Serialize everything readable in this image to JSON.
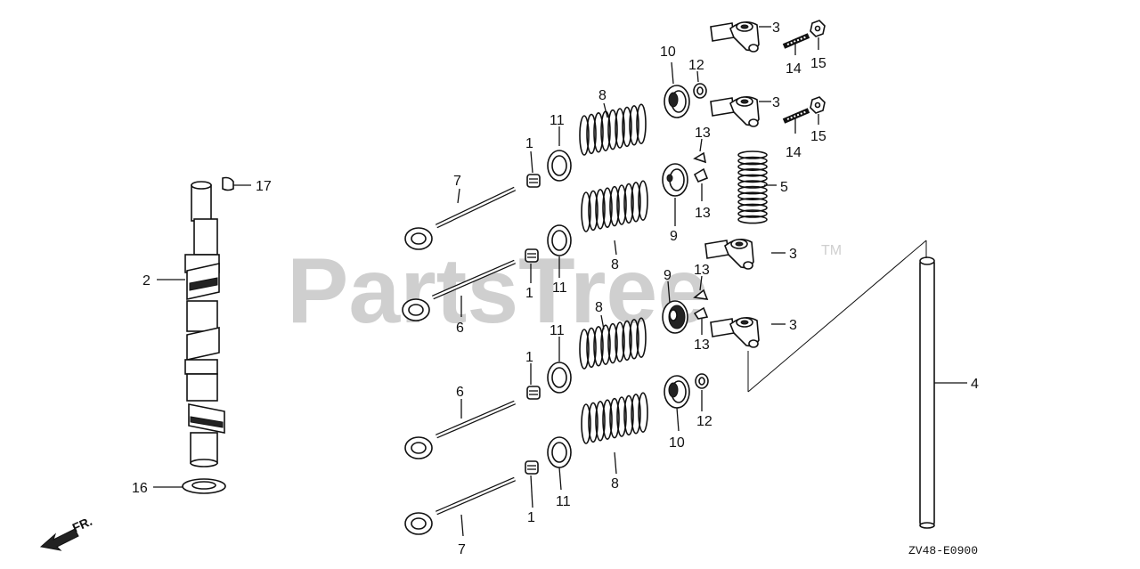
{
  "watermark": {
    "text": "PartsTree",
    "trademark": "TM"
  },
  "diagram_code": "ZV48-E0900",
  "direction_label": "FR.",
  "callouts": [
    {
      "id": "c3a",
      "num": "3"
    },
    {
      "id": "c14a",
      "num": "14"
    },
    {
      "id": "c15a",
      "num": "15"
    },
    {
      "id": "c10a",
      "num": "10"
    },
    {
      "id": "c12a",
      "num": "12"
    },
    {
      "id": "c8a",
      "num": "8"
    },
    {
      "id": "c3b",
      "num": "3"
    },
    {
      "id": "c11a",
      "num": "11"
    },
    {
      "id": "c13a",
      "num": "13"
    },
    {
      "id": "c14b",
      "num": "14"
    },
    {
      "id": "c15b",
      "num": "15"
    },
    {
      "id": "c1a",
      "num": "1"
    },
    {
      "id": "c5",
      "num": "5"
    },
    {
      "id": "c7a",
      "num": "7"
    },
    {
      "id": "c13b",
      "num": "13"
    },
    {
      "id": "c17",
      "num": "17"
    },
    {
      "id": "c9a",
      "num": "9"
    },
    {
      "id": "c8b",
      "num": "8"
    },
    {
      "id": "c3c",
      "num": "3"
    },
    {
      "id": "c2",
      "num": "2"
    },
    {
      "id": "c13c",
      "num": "13"
    },
    {
      "id": "c1b",
      "num": "1"
    },
    {
      "id": "c11b",
      "num": "11"
    },
    {
      "id": "c9b",
      "num": "9"
    },
    {
      "id": "c6a",
      "num": "6"
    },
    {
      "id": "c8c",
      "num": "8"
    },
    {
      "id": "c3d",
      "num": "3"
    },
    {
      "id": "c13d",
      "num": "13"
    },
    {
      "id": "c11c",
      "num": "11"
    },
    {
      "id": "c1c",
      "num": "1"
    },
    {
      "id": "c4",
      "num": "4"
    },
    {
      "id": "c6b",
      "num": "6"
    },
    {
      "id": "c12b",
      "num": "12"
    },
    {
      "id": "c10b",
      "num": "10"
    },
    {
      "id": "c8d",
      "num": "8"
    },
    {
      "id": "c16",
      "num": "16"
    },
    {
      "id": "c11d",
      "num": "11"
    },
    {
      "id": "c1d",
      "num": "1"
    },
    {
      "id": "c7b",
      "num": "7"
    }
  ]
}
